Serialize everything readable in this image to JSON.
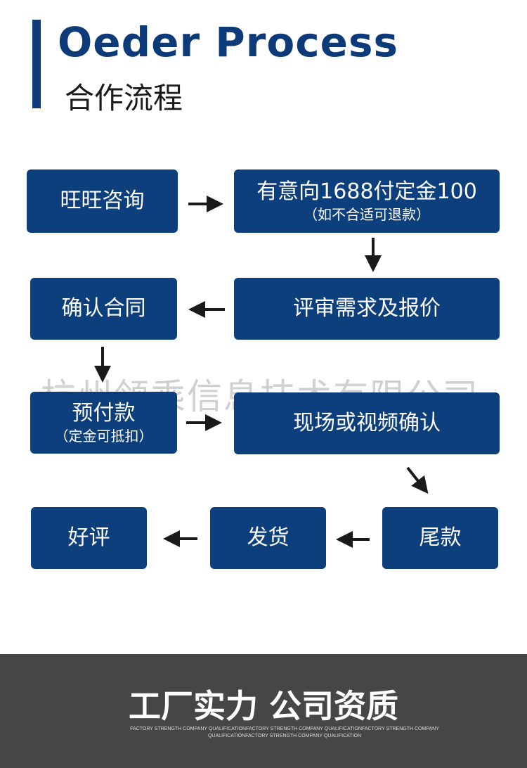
{
  "header": {
    "title_en": "Oeder  Process",
    "title_cn": "合作流程"
  },
  "steps": [
    {
      "main": "旺旺咨询"
    },
    {
      "main": "有意向1688付定金100",
      "sub": "（如不合适可退款）"
    },
    {
      "main": "评审需求及报价"
    },
    {
      "main": "确认合同"
    },
    {
      "main": "预付款",
      "sub": "（定金可抵扣）"
    },
    {
      "main": "现场或视频确认"
    },
    {
      "main": "尾款"
    },
    {
      "main": "发货"
    },
    {
      "main": "好评"
    }
  ],
  "watermark": "杭州领乘信息技术有限公司",
  "footer": {
    "title": "工厂实力 公司资质",
    "subtitle": "FACTORY STRENGTH COMPANY QUALIFICATIONFACTORY STRENGTH COMPANY QUALIFICATIONFACTORY STRENGTH COMPANY QUALIFICATIONFACTORY STRENGTH COMPANY QUALIFICATION"
  },
  "colors": {
    "box": "#0e3f7d",
    "title": "#0d3a78",
    "footer": "#464646"
  }
}
